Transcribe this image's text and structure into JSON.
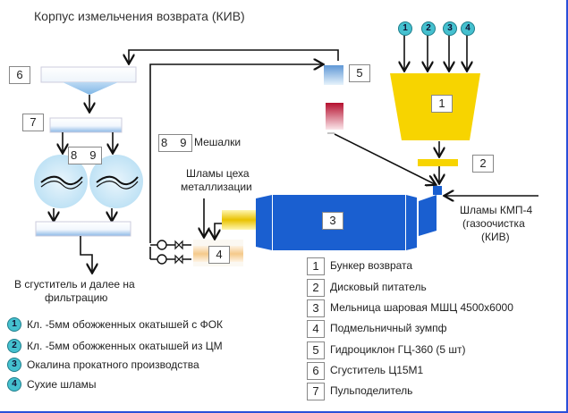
{
  "title": "Корпус измельчения возврата (КИВ)",
  "equipment_labels": {
    "n1": "1",
    "n2": "2",
    "n3": "3",
    "n4": "4",
    "n5": "5",
    "n6": "6",
    "n7": "7",
    "n8": "8",
    "n9": "9"
  },
  "mixers_label": "Мешалки",
  "metallization_sludge": "Шламы цеха металлизации",
  "metallization_sludge_line1": "Шламы цеха",
  "metallization_sludge_line2": "металлизации",
  "kmp_sludge_line1": "Шламы КМП-4",
  "kmp_sludge_line2": "(газоочистка",
  "kmp_sludge_line3": "(КИВ)",
  "output_line1": "В сгуститель и далее на",
  "output_line2": "фильтрацию",
  "feed_inputs": [
    {
      "num": "1",
      "label": "Кл. -5мм обожженных окатышей с ФОК"
    },
    {
      "num": "2",
      "label": "Кл. -5мм обожженных окатышей из ЦМ"
    },
    {
      "num": "3",
      "label": "Окалина прокатного производства"
    },
    {
      "num": "4",
      "label": "Сухие шламы"
    }
  ],
  "legend": [
    {
      "num": "1",
      "label": "Бункер возврата"
    },
    {
      "num": "2",
      "label": "Дисковый питатель"
    },
    {
      "num": "3",
      "label": "Мельница шаровая МШЦ 4500х6000"
    },
    {
      "num": "4",
      "label": "Подмельничный зумпф"
    },
    {
      "num": "5",
      "label": "Гидроциклон ГЦ-360 (5 шт)"
    },
    {
      "num": "6",
      "label": "Сгуститель Ц15М1"
    },
    {
      "num": "7",
      "label": "Пульподелитель"
    }
  ],
  "colors": {
    "bunker": "#f7d400",
    "mill": "#1a5fd0",
    "feed_circle": "#45c0cf",
    "hydrocyclone_top": "#6fa6dc",
    "hydrocyclone_bottom": "#c8153a",
    "sump": "#f5c98a",
    "frame": "#2a4fd8"
  }
}
